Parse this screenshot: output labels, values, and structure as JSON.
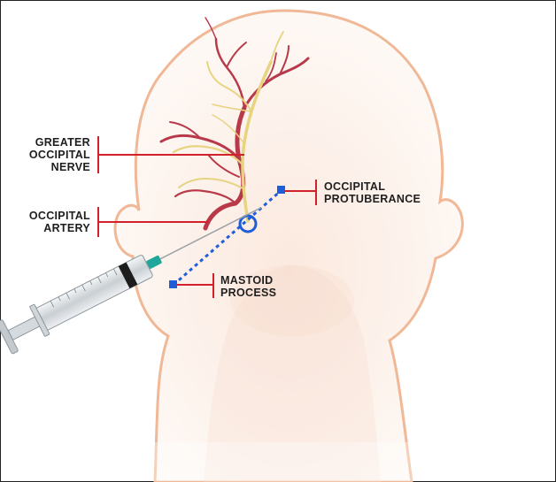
{
  "labels": {
    "greater_occipital_nerve": [
      "GREATER",
      "OCCIPITAL",
      "NERVE"
    ],
    "occipital_artery": [
      "OCCIPITAL",
      "ARTERY"
    ],
    "occipital_protuberance": [
      "OCCIPITAL",
      "PROTUBERANCE"
    ],
    "mastoid_process": [
      "MASTOID",
      "PROCESS"
    ]
  },
  "colors": {
    "leader_line": "#d3212c",
    "landmark_marker": "#1f5ed8",
    "artery": "#b83a4a",
    "nerve": "#e6d480",
    "head_outline": "#f0b896",
    "head_fill": "#fdf6f1"
  }
}
